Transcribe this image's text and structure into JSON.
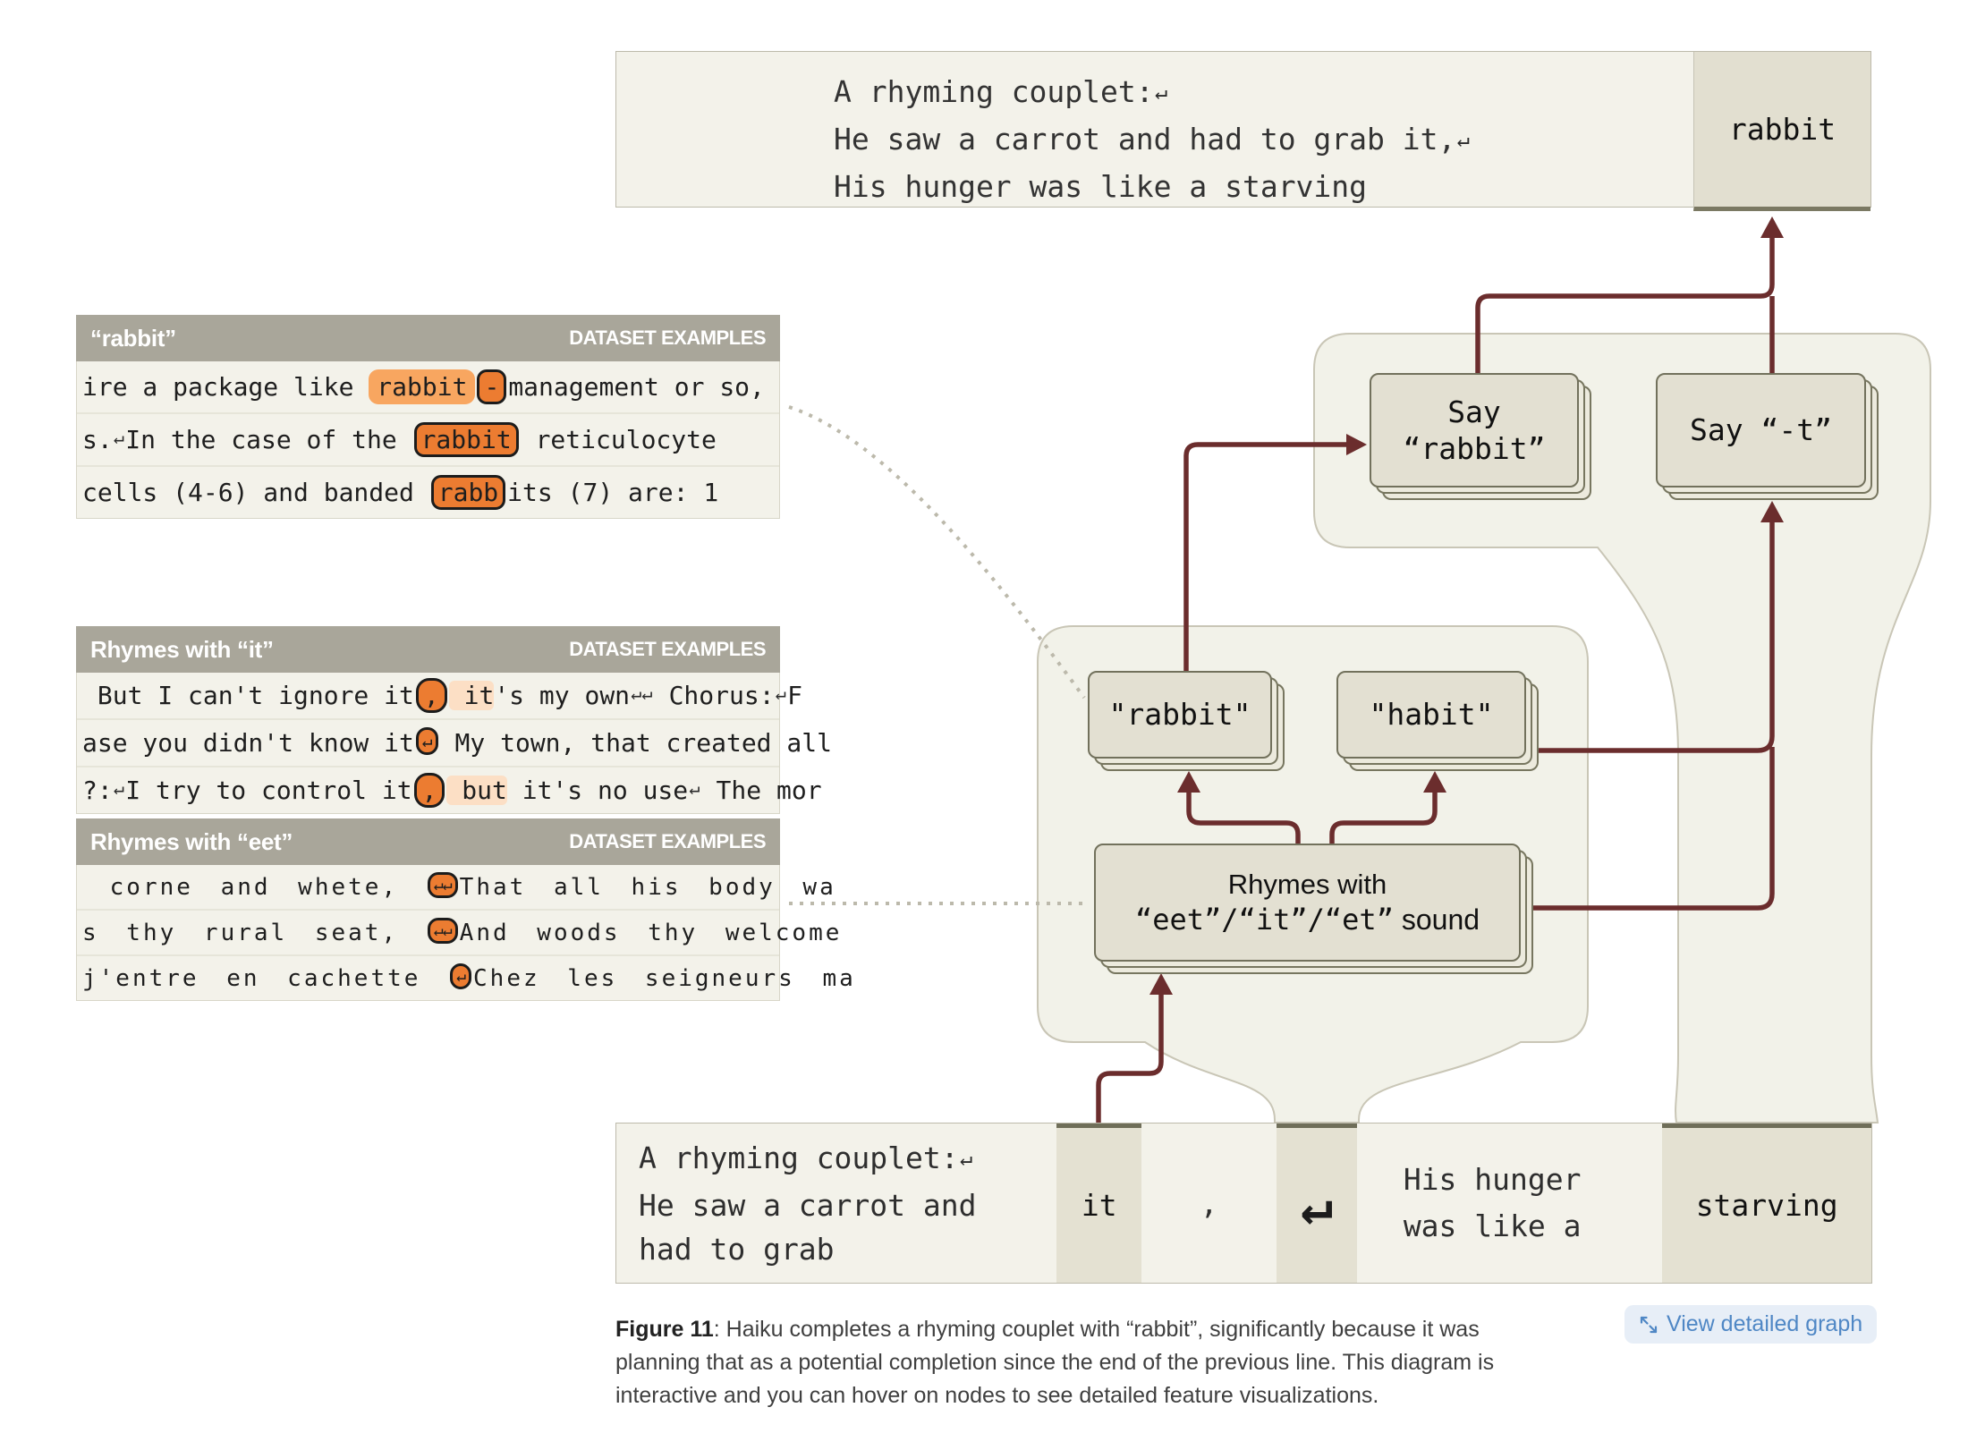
{
  "colors": {
    "maroon_arrow": "#6b2d2d",
    "orange_solid": "#ec7c31",
    "orange_light": "#f8a660",
    "peach_highlight": "#fcdfc5",
    "panel_header_bg": "#a9a69a",
    "box_light": "#f3f2ea",
    "box_dark": "#e4e1d2",
    "container_bg": "#f2f2e9",
    "link_blue": "#4f87c5"
  },
  "top_box": {
    "lines": [
      [
        {
          "t": "A rhyming couplet:",
          "s": "p"
        },
        {
          "t": "↵",
          "s": "ret"
        }
      ],
      [
        {
          "t": "He saw a carrot and had to grab it,",
          "s": "p"
        },
        {
          "t": "↵",
          "s": "ret"
        }
      ],
      [
        {
          "t": "His hunger was like a starving",
          "s": "p"
        }
      ]
    ],
    "token": "rabbit"
  },
  "panels": [
    {
      "title": "“rabbit”",
      "tag": "DATASET EXAMPLES",
      "rows": [
        [
          {
            "t": "ire a package like ",
            "s": "p"
          },
          {
            "t": "rabbit",
            "s": "light"
          },
          {
            "t": "-",
            "s": "solid"
          },
          {
            "t": "management or so,",
            "s": "p"
          }
        ],
        [
          {
            "t": "s.",
            "s": "p"
          },
          {
            "t": "↵",
            "s": "ret"
          },
          {
            "t": "In the case of the ",
            "s": "p"
          },
          {
            "t": "rabbit",
            "s": "solid"
          },
          {
            "t": " reticulocyte",
            "s": "p"
          }
        ],
        [
          {
            "t": "cells (4-6) and banded ",
            "s": "p"
          },
          {
            "t": "rabb",
            "s": "solid"
          },
          {
            "t": "its (7) are: 1",
            "s": "p"
          }
        ]
      ]
    },
    {
      "title": "Rhymes with “it”",
      "tag": "DATASET EXAMPLES",
      "rows": [
        [
          {
            "t": " But I can't ignore it",
            "s": "p"
          },
          {
            "t": ",",
            "s": "oval"
          },
          {
            "t": " it",
            "s": "peach"
          },
          {
            "t": "'s my own",
            "s": "p"
          },
          {
            "t": "↵↵",
            "s": "ret"
          },
          {
            "t": " Chorus:",
            "s": "p"
          },
          {
            "t": "↵",
            "s": "ret"
          },
          {
            "t": "F",
            "s": "p"
          }
        ],
        [
          {
            "t": "ase you didn't know it",
            "s": "p"
          },
          {
            "t": "↵",
            "s": "retsolid"
          },
          {
            "t": " My town, that created all",
            "s": "p"
          }
        ],
        [
          {
            "t": "?:",
            "s": "p"
          },
          {
            "t": "↵",
            "s": "ret"
          },
          {
            "t": "I try to control it",
            "s": "p"
          },
          {
            "t": ",",
            "s": "oval"
          },
          {
            "t": " but",
            "s": "peach"
          },
          {
            "t": " it's no use",
            "s": "p"
          },
          {
            "t": "↵",
            "s": "ret"
          },
          {
            "t": " The mor",
            "s": "p"
          }
        ]
      ]
    },
    {
      "title": "Rhymes with “eet”",
      "tag": "DATASET EXAMPLES",
      "rows": [
        [
          {
            "t": " corne and whete, ",
            "s": "p"
          },
          {
            "t": "↵↵",
            "s": "retsolid"
          },
          {
            "t": "That all his body wa",
            "s": "p"
          }
        ],
        [
          {
            "t": "s thy rural seat, ",
            "s": "p"
          },
          {
            "t": "↵↵",
            "s": "retsolid"
          },
          {
            "t": "And woods thy welcome",
            "s": "p"
          }
        ],
        [
          {
            "t": "j'entre en cachette ",
            "s": "p"
          },
          {
            "t": "↵",
            "s": "retsolid"
          },
          {
            "t": "Chez les seigneurs ma",
            "s": "p"
          }
        ]
      ]
    }
  ],
  "nodes": {
    "say_rabbit_line1": "Say",
    "say_rabbit_line2": "“rabbit”",
    "say_t": "Say “-t”",
    "rabbit": "\"rabbit\"",
    "habit": "\"habit\"",
    "rhymes_line1": "Rhymes with",
    "rhymes_line2": [
      {
        "t": "“eet”/“it”/“et”",
        "s": "mono"
      },
      {
        "t": " sound",
        "s": "sans"
      }
    ]
  },
  "bottom_box": {
    "prompt_lines": [
      [
        {
          "t": "A rhyming couplet:",
          "s": "p"
        },
        {
          "t": "↵",
          "s": "ret"
        }
      ],
      [
        {
          "t": "He saw a carrot and",
          "s": "p"
        }
      ],
      [
        {
          "t": "had to grab",
          "s": "p"
        }
      ]
    ],
    "token_it": "it",
    "token_comma": ",",
    "token_return": "↵",
    "mid_lines": [
      [
        {
          "t": "His hunger",
          "s": "p"
        }
      ],
      [
        {
          "t": "was like a",
          "s": "p"
        }
      ]
    ],
    "token_starving": "starving"
  },
  "caption": {
    "label": "Figure 11",
    "text": ": Haiku completes a rhyming couplet with “rabbit”, significantly because it was planning that as a potential completion since the end of the previous line. This diagram is interactive and you can hover on nodes to see detailed feature visualizations."
  },
  "link": {
    "label": "View detailed graph",
    "icon": "expand-diagonal-icon"
  }
}
